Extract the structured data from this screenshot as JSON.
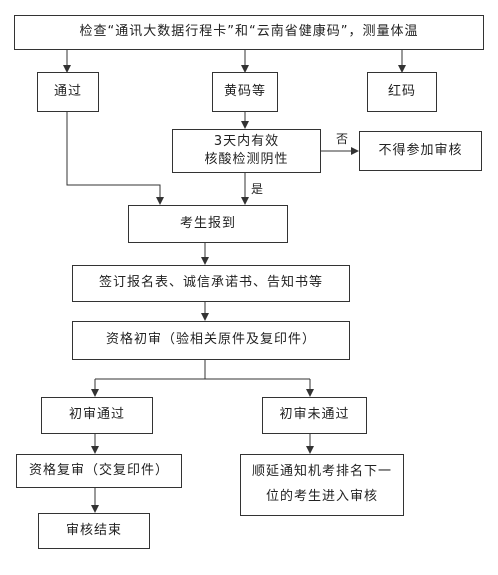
{
  "flow": {
    "check": "检查“通讯大数据行程卡”和“云南省健康码”，测量体温",
    "pass": "通过",
    "yellow": "黄码等",
    "red": "红码",
    "nucleic_line1": "3天内有效",
    "nucleic_line2": "核酸检测阴性",
    "no_label": "否",
    "yes_label": "是",
    "deny": "不得参加审核",
    "register": "考生报到",
    "sign": "签订报名表、诚信承诺书、告知书等",
    "initial_review": "资格初审（验相关原件及复印件）",
    "initial_pass": "初审通过",
    "initial_fail": "初审未通过",
    "re_review": "资格复审（交复印件）",
    "next_candidate_line1": "顺延通知机考排名下一",
    "next_candidate_line2": "位的考生进入审核",
    "end": "审核结束"
  }
}
